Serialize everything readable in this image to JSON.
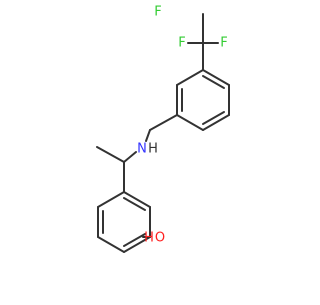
{
  "molecule": {
    "atoms": [
      {
        "id": "F1",
        "label": "F",
        "color": "#33cc33"
      },
      {
        "id": "F2",
        "label": "F",
        "color": "#33cc33"
      },
      {
        "id": "F3",
        "label": "F",
        "color": "#33cc33"
      },
      {
        "id": "N1",
        "label": "N",
        "color": "#3333ff",
        "hydrogen": "H",
        "hydrogen_color": "#333333"
      },
      {
        "id": "O1",
        "label": "O",
        "color": "#ff2020",
        "hydrogen": "H",
        "hydrogen_color": "#ff2020"
      }
    ],
    "bond_color": "#333333"
  }
}
